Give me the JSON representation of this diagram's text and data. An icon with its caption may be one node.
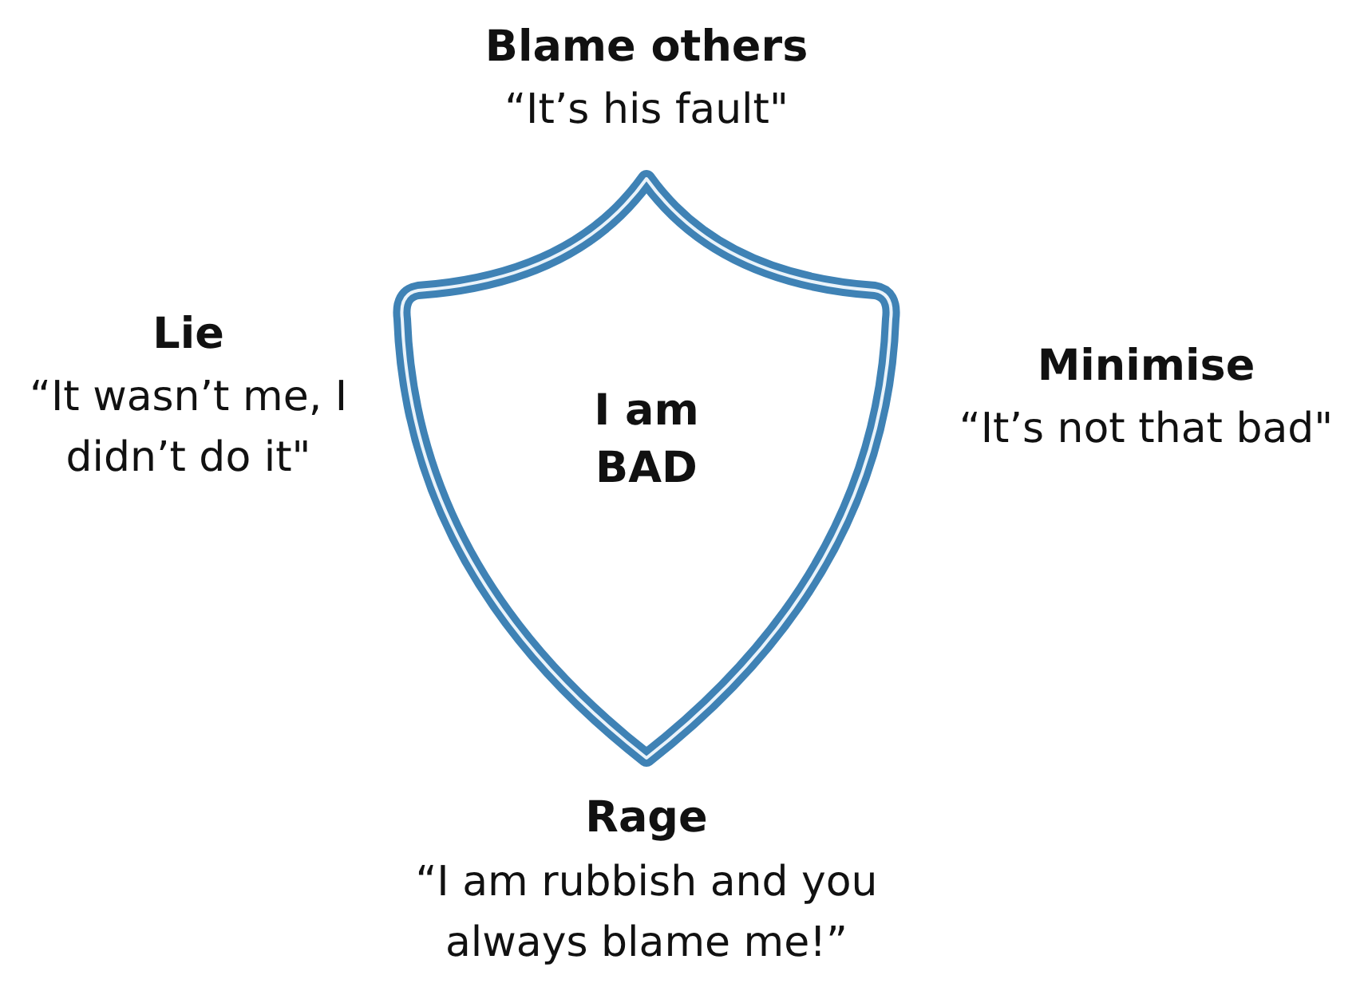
{
  "diagram": {
    "nodes": [
      {
        "text": [
          "I am BAD"
        ]
      }
    ],
    "labels": [
      "Blame others",
      "“It’s his fault\"",
      "Lie",
      "“It wasn’t me, I didn’t do it\"",
      "Minimise",
      "“It’s not that bad\"",
      "Rage",
      "“I am rubbish and you always blame me!”"
    ]
  }
}
